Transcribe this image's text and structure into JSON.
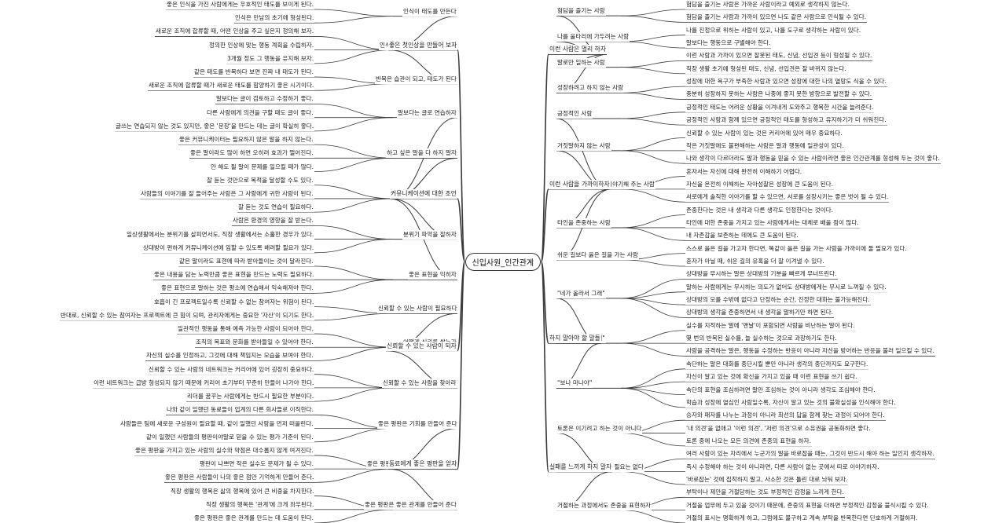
{
  "center": "신입사원_인간관계",
  "left": [
    {
      "label": "좋은 첫인상을 만들어 보자",
      "children": [
        {
          "label": "인식이 태도를 만든다",
          "children": [
            "좋은 인식을 가진 사람에게는 우호적인 태도를 보이게 된다.",
            "인식은 만남의 초기에 형성된다."
          ]
        },
        {
          "label": "인식을 능동적으로 만들어 보자",
          "children": [
            "새로운 조직에 합류할 때, 어떤 인상을 주고 싶은지 정의해 보자.",
            "정의한 인상에 맞는 행동 계획을 수립하자.",
            "3개월 정도 그 행동을 유지해 보자."
          ]
        },
        {
          "label": "반복은 습관이 되고, 태도가 된다",
          "children": [
            "같은 태도를 반복하다 보면 진짜 내 태도가 된다.",
            "새로운 조직에 합류할 때가 새로운 태도를 함양하기 좋은 시기이다."
          ]
        }
      ]
    },
    {
      "label": "커뮤니케이션에 대한 조언",
      "children": [
        {
          "label": "말보다는 글로 연습하자",
          "children": [
            "말보다는 글이 검토하고 수정하기 좋다.",
            "다른 사람에게 의견을 구할 때도 글이 좋다.",
            "글쓰는 연습되지 않는 것도 있지만, 좋은 '문장'을 만드는 데는 글이 확실히 좋다."
          ]
        },
        {
          "label": "하고 싶은 말을 다 하지 말자",
          "children": [
            "좋은 커뮤니케이터는 필요하지 않은 말을 하지 않는다.",
            "좋은 말이라도 많이 하면 오히려 효과가 떨어진다.",
            "안 해도 될 말이 문제를 일으킬 때가 많다."
          ]
        },
        {
          "label": "잘 듣자",
          "children": [
            "잘 듣는 것만으로 목적을 달성할 수도 있다.",
            "사람들의 이야기를 잘 들어주는 사람은 그 사람에게 귀한 사람이 된다.",
            "잘 듣는 것도 연습이 필요하다."
          ]
        },
        {
          "label": "분위기 파악을 잘하자",
          "children": [
            "사람은 환경의 영향을 잘 받는다.",
            "일상생활에서는 분위기를 살피면서도, 직장 생활에서는 소홀한 경우가 있다.",
            "상대방이 편하게 커뮤니케이션에 임할 수 있도록 배려할 필요가 있다."
          ]
        },
        {
          "label": "좋은 표현을 익히자",
          "children": [
            "같은 말이라도 표현에 따라 받아들이는 것이 달라진다.",
            "좋은 내용을 담는 노력만큼 좋은 표현을 만드는 노력도 필요하다.",
            "좋은 표현으로 말하는 것은 평소에 연습해서 익숙해져야 한다."
          ]
        }
      ]
    },
    {
      "label": "신뢰할 수 있는 사람이 되자",
      "children": [
        {
          "label": "신뢰할 수 있는 사람이 필요하다",
          "children": [
            "호흡이 긴 프로젝트일수록 신뢰할 수 없는 참여자는 위험이 된다.",
            "반대로, 신뢰할 수 있는 참여자는 프로젝트에 큰 힘이 되며, 관리자에게는 중요한 '자산'이 되기도 한다."
          ]
        },
        {
          "label": "어떻게 신뢰를 쌓는가",
          "children": [
            "일관적인 행동을 통해 예측 가능한 사람이 되어야 한다.",
            "조직의 목표와 문화를 받아들일 수 있어야 한다.",
            "자신의 실수를 인정하고, 그것에 대해 책임지는 모습을 보여야 한다."
          ]
        },
        {
          "label": "신뢰할 수 있는 사람을 찾아라",
          "children": [
            "신뢰할 수 있는 사람의 네트워크는 커리어에 있어 굉장히 중요하다.",
            "이런 네트워크는 급방 형성되지 않기 때문에 커리어 초기부터 꾸준히 만들어 나가야 한다.",
            "리더를 꿈꾸는 사람에게는 반드시 필요한 부분이다."
          ]
        }
      ]
    },
    {
      "label": "동료에게 좋은 평판을 얻자",
      "children": [
        {
          "label": "좋은 평판은 기회를 만들어 준다",
          "children": [
            "나와 같이 일했던 동료들이 업계의 다른 회사들로 이직한다.",
            "사람들은 팀에 새로운 구성원이 필요할 때, 같이 일했던 사람을 먼저 떠올린다.",
            "같이 일했던 사람들의 평판이야말로 믿을 수 있는 평가 기준이 된다."
          ]
        },
        {
          "label": "좋은 평판은 실수와 약점을 가려준다",
          "children": [
            "좋은 평판을 가지고 있는 사람의 실수와 약점은 대수롭지 않게 여겨진다.",
            "평판이 나쁘면 작은 실수도 문제가 될 수 있다.",
            "좋은 평판은 사람들이 나의 좋은 점만 기억하게 만들어 준다."
          ]
        },
        {
          "label": "좋은 평판은 좋은 관계를 만들어 준다",
          "children": [
            "직장 생활의 행복은 삶의 행복에 있어 큰 비중을 차지한다.",
            "직장 생활의 행복은 '관계'에 크게 좌우된다.",
            "좋은 평판은 좋은 관계를 만드는 데 도움이 된다."
          ]
        }
      ]
    }
  ],
  "right": [
    {
      "label": "이런 사람은 멀리 하자",
      "children": [
        {
          "label": "험담을 즐기는 사람",
          "children": [
            "험담을 즐기는 사람은 가까운 사람이라고 예외로 생각하지 않는다.",
            "험담을 즐기는 사람과 가까이 있으면 나도 같은 사람으로 인식될 수 있다."
          ]
        },
        {
          "label": "나를 울타리에 가두려는 사람",
          "children": [
            "나를 진정으로 위하는 사람이 있고, 나를 도구로 생각하는 사람이 있다.",
            "말보다는 행동으로 구별해야 한다."
          ]
        },
        {
          "label": "말로만 일하는 사람",
          "children": [
            "이런 사람과 가까이 있으면 잘못된 태도, 신념, 선입견 등이 형성될 수 있다.",
            "직장 생활 초기에 형성된 태도, 신념, 선입견은 잘 바뀌지 않는다."
          ]
        },
        {
          "label": "성장하려고 하지 않는 사람",
          "children": [
            "성장에 대한 욕구가 부족한 사람과 있으면 성장에 대한 나의 열망도 식을 수 있다.",
            "충분히 성장하지 못하는 사람은 나중에 좋지 못한 방향으로 발전할 수 있다."
          ]
        }
      ]
    },
    {
      "label": "이런 사람을 가까이하자",
      "children": [
        {
          "label": "긍정적인 사람",
          "children": [
            "긍정적인 태도는 어려운 상황을 이겨내게 도와주고 행복한 시간을 늘려준다.",
            "긍정적인 사람과 함께 있으면 긍정적인 태도를 형성하고 유지하기가 더 쉬워진다."
          ]
        },
        {
          "label": "거짓말하지 않는 사람",
          "children": [
            "신뢰할 수 있는 사람이 있는 것은 커리어에 있어 매우 중요하다.",
            "작은 거짓말에도 불편해하는 사람은 말과 행동에 일관성이 있다.",
            "나와 생각이 다르더라도 말과 행동을 믿을 수 있는 사람이라면 좋은 인간관계를 형성해 두는 것이 좋다."
          ]
        },
        {
          "label": "나에 관해 솔직하게 이야기해 주는 사람",
          "children": [
            "혼자서는 자신에 대해 완전히 이해하기 어렵다.",
            "자신을 온전히 이해하는 자아성찰은 성장에 큰 도움이 된다.",
            "서로에게 솔직한 이야기를 할 수 있으면, 서로를 성장시키는 좋은 벗이 될 수 있다."
          ]
        },
        {
          "label": "타인을 존중하는 사람",
          "children": [
            "존중한다는 것은 내 생각과 다른 생각도 인정한다는 것이다.",
            "타인에 대한 존중을 가지고 있는 사람에게서는 대체로 배울 점이 많다.",
            "내 자존감을 보존하는 데에도 큰 도움이 된다."
          ]
        },
        {
          "label": "쉬운 길보다 옳은 길을 가는 사람",
          "children": [
            "스스로 옳은 길을 가고자 한다면, 똑같이 옳은 길을 가는 사람을 가까이에 둘 필요가 있다.",
            "혼자가 아닐 때, 쉬운 길의 유혹을 더 잘 이겨낼 수 있다."
          ]
        }
      ]
    },
    {
      "label": "하지 말아야 할 말들",
      "children": [
        {
          "label": "\"네가 올라서 그래\"",
          "children": [
            "상대방을 무시하는 말은 상대방의 기분을 빠르게 무너뜨린다.",
            "말하는 사람에게는 무시하는 의도가 없어도 상대방에게는 무시로 느껴질 수 있다.",
            "상대방의 모를 수밖에 없다고 단정하는 순간, 진정한 대화는 불가능해진다.",
            "상대방의 생각을 존중하면서 내 생각을 말하기만 하면 된다."
          ]
        },
        {
          "label": "\"너는 맨날 실수해\"",
          "children": [
            "실수를 지적하는 말에 '맨날'이 포함되면 사람을 비난하는 말이 된다.",
            "몇 번의 반복된 실수를, 늘 실수하는 것으로 과장하기도 한다.",
            "사람을 공격하는 말은, 행동을 수정하는 반응이 아니라 자신을 방어하는 반응을 불러 일으킬 수 있다."
          ]
        },
        {
          "label": "\"보나 마나야\"",
          "children": [
            "속단하는 말은 대화를 중단시킬 뿐만 아니라 생각의 중단까지도 요구한다.",
            "자신이 알고 있는 것에 확신을 가지고 있을 때 이런 표현을 쓰기 쉽다.",
            "속단의 표현을 조심하려면 말만 조심하는 것이 아니라 생각도 조심해야 한다.",
            "학습과 성장에 열심인 사람일수록, 자신이 알고 있는 것의 불확실성을 인식해야 한다."
          ]
        }
      ]
    },
    {
      "label": "실패를 느끼게 하지 말자",
      "children": [
        {
          "label": "토론은 이기려고 하는 것이 아니다",
          "children": [
            "승자와 패자를 나누는 과정이 아니라 최선의 답을 함께 찾는 과정이 되어야 한다.",
            "'내 의견'을 없애고 '이런 의견', '저런 의견'으로 소유권을 공동화하면 좋다.",
            "토론 중에 나오는 모든 의견에 존중의 표현을 하자."
          ]
        },
        {
          "label": "틀린 말을 꼭 바로잡을 필요는 없다",
          "children": [
            "여러 사람이 있는 자리에서 누군가의 말을 바로잡을 때는, 그것이 반드시 해야 하는 일인지 생각하자.",
            "즉시 수정해야 하는 것이 아니라면, 다른 사람이 없는 곳에서 따로 이야기하자.",
            "'바로잡는' 것에 집착하지 말고, 사소한 것은 틀린 대로 놔둬 보자."
          ]
        },
        {
          "label": "거절하는 과정에서도 존중을 표현하자",
          "children": [
            "부탁이나 제안을 거절당하는 것도 부정적인 감정을 느끼게 한다.",
            "거절을 업무에 두고 있을 것이기 때문에, 존중의 표현을 더하면 부정적인 감정을 불식시킬 수 있다.",
            "거절의 표시는 명확하게 하고, 그럼에도 불구하고 계속 부탁을 반복한다면 단호하게 거절하자."
          ]
        }
      ]
    }
  ]
}
